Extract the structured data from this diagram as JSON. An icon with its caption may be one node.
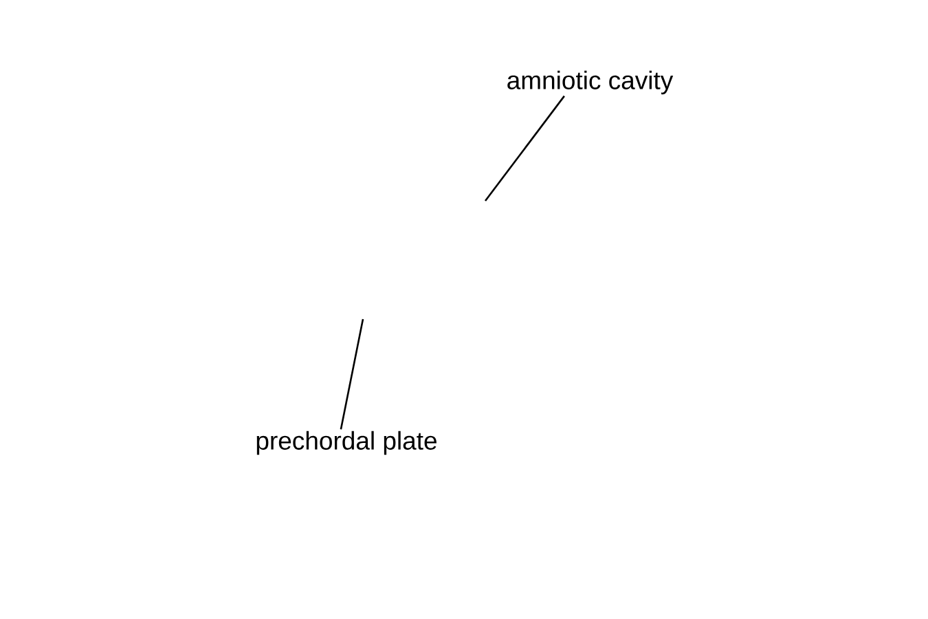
{
  "diagram": {
    "nodes": [
      {
        "text": [
          "amniotic cavity"
        ]
      },
      {
        "text": [
          "prechordal plate"
        ]
      }
    ],
    "edges": [
      {
        "from": 0,
        "to": null,
        "arrow": "none"
      },
      {
        "from": 1,
        "to": null,
        "arrow": "none"
      }
    ]
  }
}
